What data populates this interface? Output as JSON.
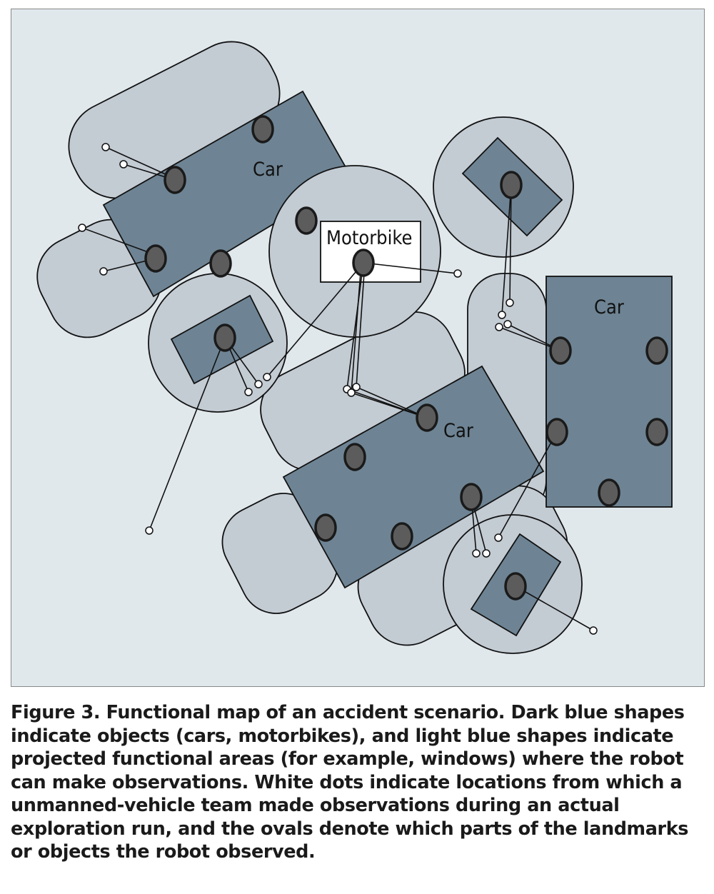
{
  "labels": {
    "car1": "Car",
    "motorbike": "Motorbike",
    "car2": "Car",
    "car3": "Car"
  },
  "caption": "Figure 3. Functional map of an accident scenario. Dark blue shapes indicate objects (cars, motorbikes), and light blue shapes indicate projected functional areas (for example, windows) where the robot can make observations. White dots indicate locations from which a unmanned-vehicle team made observations during an actual exploration run, and the ovals denote which parts of the landmarks or objects the robot observed.",
  "colors": {
    "background": "#e0e8ec",
    "functional_area": "#c3cbd3",
    "object": "#6e8494",
    "oval": "#5c5c5c",
    "dot": "#ffffff"
  }
}
